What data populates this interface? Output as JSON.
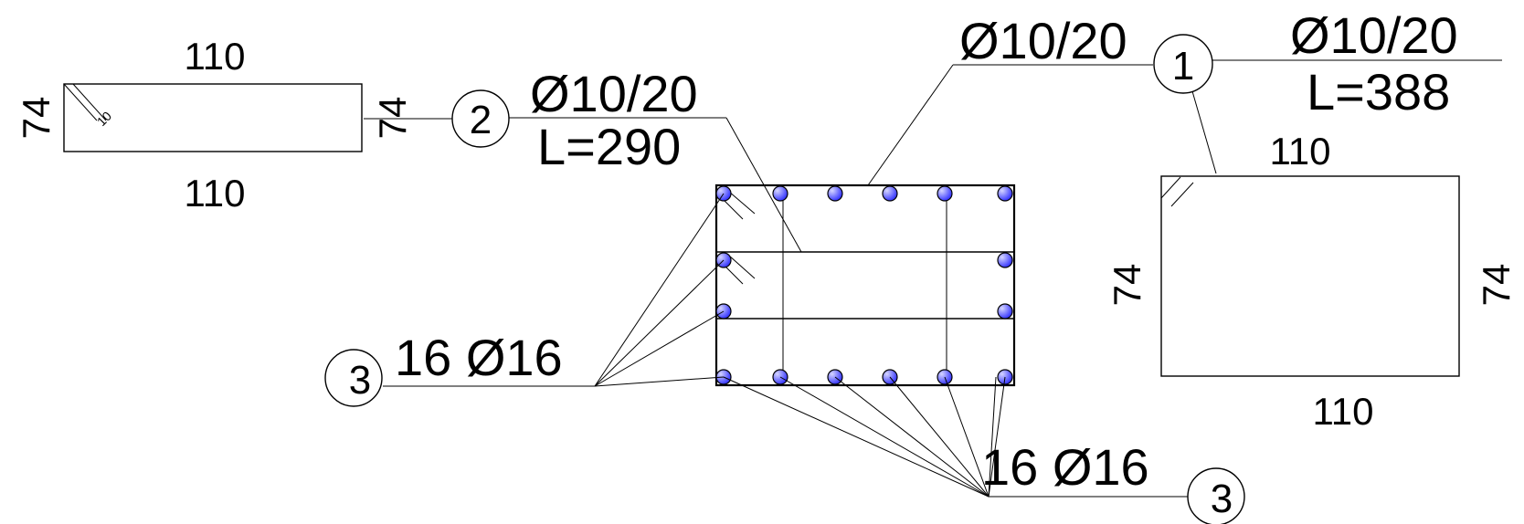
{
  "colors": {
    "line": "#000000",
    "background": "#ffffff",
    "bar_fill": "#3b3bff",
    "bar_highlight": "#d6d6ff"
  },
  "stirrup_2_shape": {
    "dim_top": "110",
    "dim_bottom": "110",
    "dim_left": "74",
    "dim_right": "74",
    "hook_length": "10"
  },
  "stirrup_2_callout": {
    "mark": "2",
    "spec": "Ø10/20",
    "length": "L=290"
  },
  "stirrup_1_callout": {
    "mark": "1",
    "spec_left": "Ø10/20",
    "spec_right": "Ø10/20",
    "length": "L=388"
  },
  "stirrup_1_shape": {
    "dim_top": "110",
    "dim_bottom": "110",
    "dim_left": "74",
    "dim_right": "74"
  },
  "longitudinal_bars": {
    "mark": "3",
    "spec": "16 Ø16",
    "mark_right": "3",
    "spec_right": "16 Ø16",
    "count": 16
  }
}
